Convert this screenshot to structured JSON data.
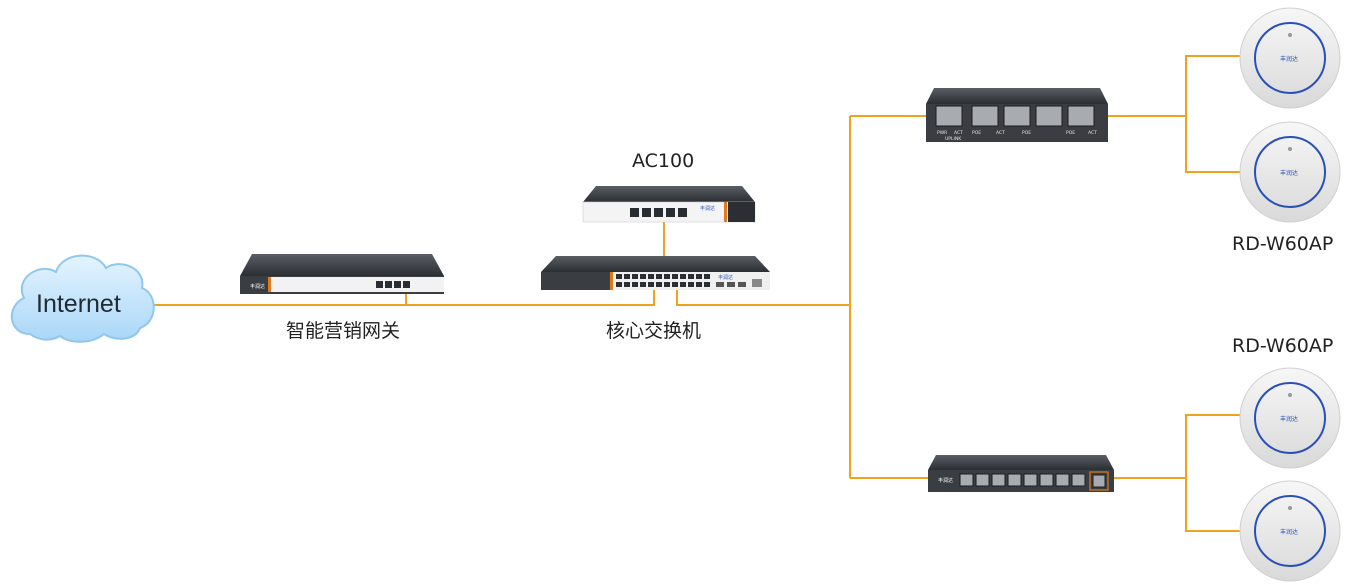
{
  "labels": {
    "internet": "Internet",
    "gateway": "智能营销网关",
    "ac": "AC100",
    "core_switch": "核心交换机",
    "ap_top": "RD-W60AP",
    "ap_bottom": "RD-W60AP"
  },
  "devices": {
    "gateway_brand": "丰润达",
    "ac_brand": "丰润达",
    "core_brand": "丰润达",
    "poe_brand": "丰润达",
    "ap_brand": "丰润达"
  },
  "poe_switch_top_labels": [
    "PWR",
    "ACT",
    "POE",
    "ACT",
    "POE",
    "POE",
    "ACT"
  ],
  "poe_switch_top_sublabel": "UPLINK",
  "colors": {
    "link": "#f0a21f",
    "device_dark": "#2a2d31",
    "device_face": "#3a3d42",
    "ap_ring": "#2b4fb8",
    "cloud": "#bfe3fb",
    "cloud_edge": "#8fc7ef"
  }
}
